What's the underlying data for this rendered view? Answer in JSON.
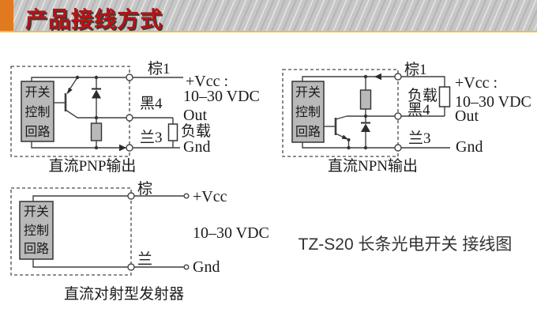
{
  "header": {
    "title": "产品接线方式"
  },
  "main_title": "TZ-S20 长条光电开关 接线图",
  "diagrams": {
    "pnp": {
      "caption": "直流PNP输出",
      "box_label_lines": [
        "开关",
        "控制",
        "回路"
      ],
      "terminals": {
        "brown": "棕1",
        "black": "黑4",
        "blue": "兰3"
      },
      "labels": {
        "vcc": "+Vcc :",
        "voltage": "10–30 VDC",
        "out": "Out",
        "load": "负载",
        "gnd": "Gnd"
      }
    },
    "npn": {
      "caption": "直流NPN输出",
      "box_label_lines": [
        "开关",
        "控制",
        "回路"
      ],
      "terminals": {
        "brown": "棕1",
        "load": "负载",
        "black": "黑4",
        "blue": "兰3"
      },
      "labels": {
        "vcc": "+Vcc :",
        "voltage": "10–30 VDC",
        "out": "Out",
        "gnd": "Gnd"
      }
    },
    "emitter": {
      "caption": "直流对射型发射器",
      "box_label_lines": [
        "开关",
        "控制",
        "回路"
      ],
      "terminals": {
        "brown": "棕",
        "blue": "兰"
      },
      "labels": {
        "vcc": "+Vcc",
        "voltage": "10–30 VDC",
        "gnd": "Gnd"
      }
    }
  },
  "colors": {
    "accent-orange": "#e0791f",
    "banner-title-red": "#b81313",
    "banner-underline-yellow": "#e9c04a",
    "wire": "#3f3f3f",
    "component-fill": "#b9b9b9",
    "text": "#1b1b1b"
  }
}
